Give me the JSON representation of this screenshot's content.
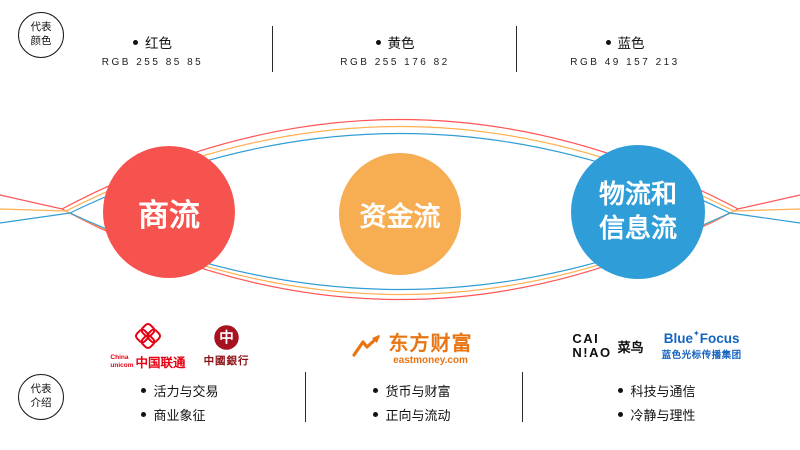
{
  "color_legend": {
    "label_line1": "代表",
    "label_line2": "颜色",
    "items": [
      {
        "name": "红色",
        "rgb": "RGB 255 85 85",
        "hex": "#ff5555"
      },
      {
        "name": "黄色",
        "rgb": "RGB 255 176 82",
        "hex": "#ffb052"
      },
      {
        "name": "蓝色",
        "rgb": "RGB 49 157 213",
        "hex": "#319dd5"
      }
    ]
  },
  "flows": {
    "items": [
      {
        "label": "商流",
        "color": "#f6534f"
      },
      {
        "label": "资金流",
        "color": "#f7ad52"
      },
      {
        "label_line1": "物流和",
        "label_line2": "信息流",
        "label": "物流和信息流",
        "color": "#2f9ed8"
      }
    ]
  },
  "intro": {
    "label_line1": "代表",
    "label_line2": "介绍",
    "columns": [
      {
        "logos": {
          "unicom_en1": "China",
          "unicom_en2": "unicom",
          "unicom_cn": "中国联通",
          "boc_symbol": "中",
          "boc_cn": "中國銀行"
        },
        "bullets": [
          "活力与交易",
          "商业象征"
        ]
      },
      {
        "logos": {
          "eastmoney_cn": "东方财富",
          "eastmoney_en": "eastmoney.com"
        },
        "bullets": [
          "货币与财富",
          "正向与流动"
        ]
      },
      {
        "logos": {
          "cainiao_line1": "CAI",
          "cainiao_line2": "N!AO",
          "cainiao_cn": "菜鸟",
          "bluefocus_en1": "Blue",
          "bluefocus_star": "✦",
          "bluefocus_en2": "Focus",
          "bluefocus_cn": "蓝色光标传播集团"
        },
        "bullets": [
          "科技与通信",
          "冷静与理性"
        ]
      }
    ]
  },
  "brand_colors": {
    "unicom_red": "#e60012",
    "boc_red": "#a6121f",
    "eastmoney_orange": "#e87511",
    "cainiao_black": "#0d0d0d",
    "bluefocus_blue": "#1565c0"
  }
}
